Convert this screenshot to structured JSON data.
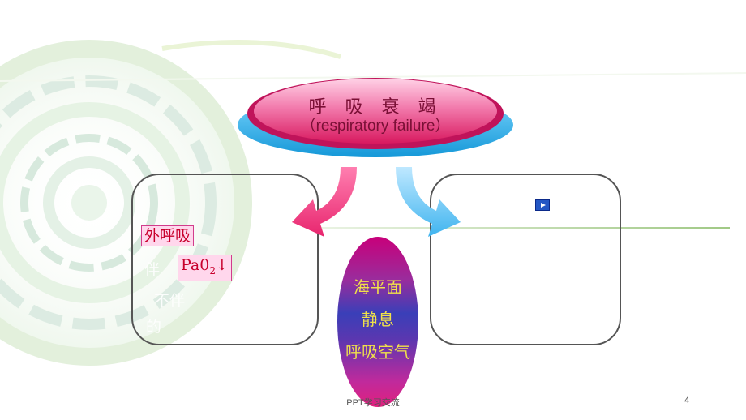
{
  "title": {
    "chinese": "呼 吸 衰 竭",
    "english": "（respiratory failure）"
  },
  "left_box": {
    "tag_outer": "外呼吸",
    "tag_pao2": "Pa0",
    "tag_pao2_sub": "2",
    "tag_pao2_arrow": "↓",
    "line_faint_2": "伴",
    "line_faint_3": "不伴",
    "line_faint_4": "的"
  },
  "conditions": [
    "海平面",
    "静息",
    "呼吸空气"
  ],
  "footer": {
    "text": "PPT学习交流",
    "page_number": "4"
  },
  "icons": {
    "play": "play-icon"
  },
  "colors": {
    "oval_pink": "#e8397f",
    "oval_blue": "#2db8e8",
    "arrow_left": "#e8256e",
    "arrow_right": "#3fb4ef",
    "title_text": "#7a0f35",
    "condition_text": "#f0e14a"
  }
}
